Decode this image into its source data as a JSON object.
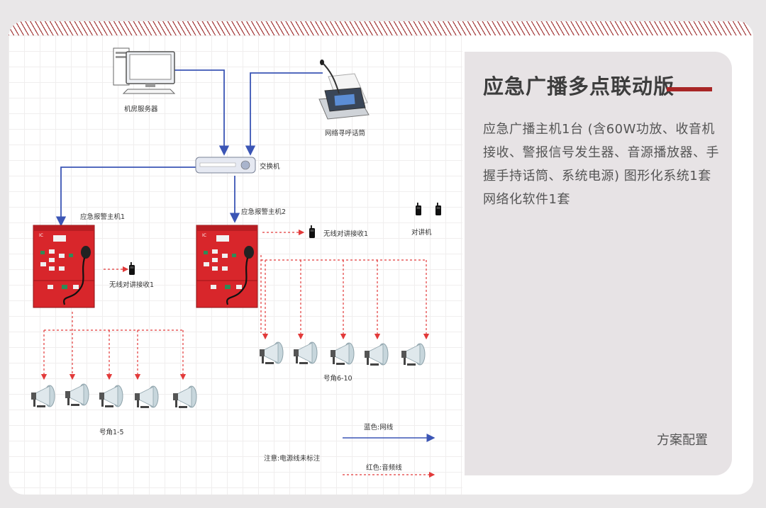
{
  "diagram": {
    "server_label": "机房服务器",
    "paging_mic_label": "网络寻呼话筒",
    "switch_label": "交换机",
    "host1_label": "应急报警主机1",
    "host2_label": "应急报警主机2",
    "wireless1_label": "无线对讲接收1",
    "wireless2_label": "无线对讲接收1",
    "intercom_label": "对讲机",
    "horns1_label": "号角1-5",
    "horns2_label": "号角6-10",
    "legend_blue": "蓝色:网线",
    "legend_red": "红色:音频线",
    "note": "注意:电源线未标注"
  },
  "panel": {
    "title": "应急广播多点联动版",
    "body": "应急广播主机1台 (含60W功放、收音机接收、警报信号发生器、音源播放器、手握手持话筒、系统电源) 图形化系统1套网络化软件1套",
    "footer": "方案配置"
  },
  "colors": {
    "accent": "#a82626",
    "blue_line": "#3b55b5",
    "red_line": "#e23a3a",
    "host_red": "#d8262b"
  },
  "icons": [
    "computer-icon",
    "paging-microphone-icon",
    "network-switch-icon",
    "alarm-host-icon",
    "walkie-talkie-icon",
    "horn-speaker-icon"
  ]
}
